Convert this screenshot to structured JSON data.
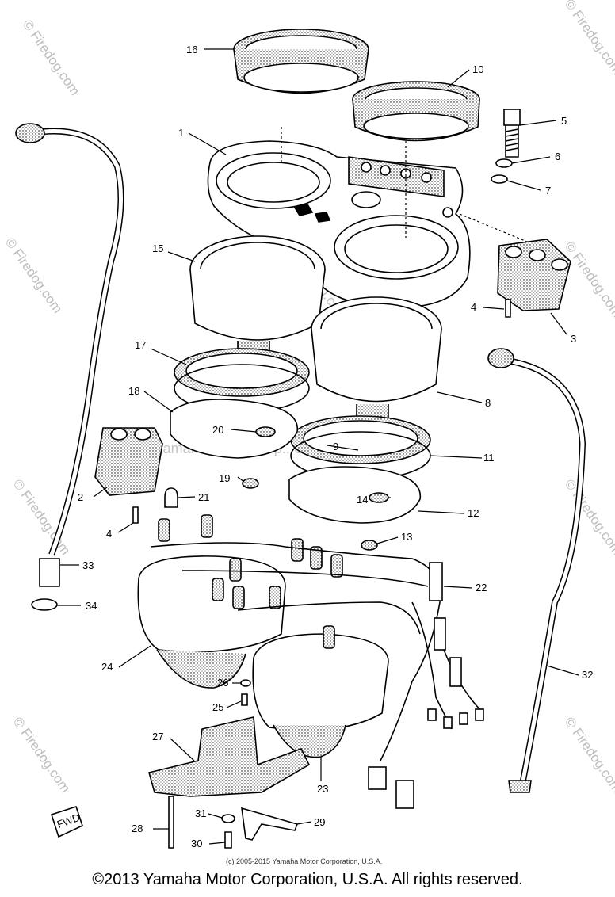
{
  "watermark": "© Firedog.com",
  "watermark_center": "Yamaha Motor Corp., U.S.A.",
  "inner_copyright": "(c) 2005-2015 Yamaha Motor Corporation, U.S.A.",
  "footer": "©2013 Yamaha Motor Corporation, U.S.A. All rights reserved.",
  "fwd_label": "FWD",
  "part_numbers": [
    "1",
    "2",
    "3",
    "4",
    "4",
    "5",
    "6",
    "7",
    "8",
    "9",
    "10",
    "11",
    "12",
    "13",
    "14",
    "15",
    "16",
    "17",
    "18",
    "19",
    "20",
    "21",
    "22",
    "23",
    "24",
    "25",
    "26",
    "27",
    "28",
    "29",
    "30",
    "31",
    "32",
    "33",
    "34"
  ]
}
